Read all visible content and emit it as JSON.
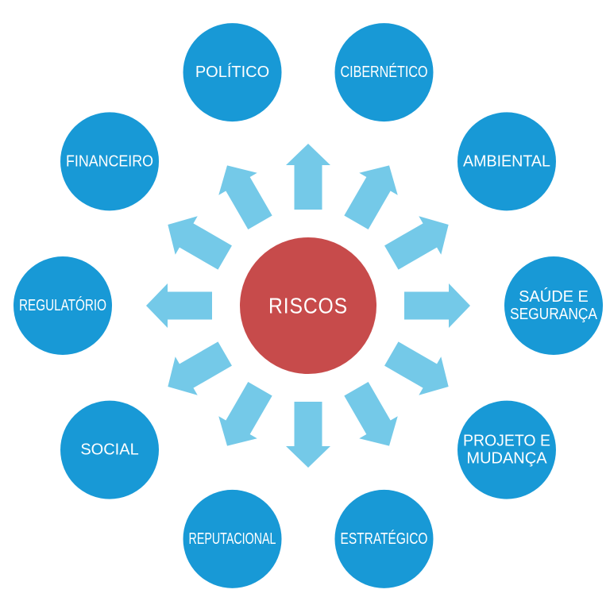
{
  "diagram": {
    "background_color": "#FFFFFF",
    "node_color": "#1899D6",
    "node_text_color": "#FFFFFF",
    "arrow_color": "#74C9E8",
    "center": {
      "label": "RISCOS",
      "color": "#C74B4B",
      "text_color": "#FFFFFF"
    },
    "nodes": [
      {
        "id": "politico",
        "label": "POLÍTICO",
        "lines": [
          "POLÍTICO"
        ],
        "clock_angle_deg": -18
      },
      {
        "id": "cibernetico",
        "label": "CIBERNÉTICO",
        "lines": [
          "CIBERNÉTICO"
        ],
        "clock_angle_deg": 18
      },
      {
        "id": "ambiental",
        "label": "AMBIENTAL",
        "lines": [
          "AMBIENTAL"
        ],
        "clock_angle_deg": 54
      },
      {
        "id": "saude-e-seguranca",
        "label": "SAÚDE E SEGURANÇA",
        "lines": [
          "SAÚDE E",
          "SEGURANÇA"
        ],
        "clock_angle_deg": 90
      },
      {
        "id": "projeto-e-mudanca",
        "label": "PROJETO E MUDANÇA",
        "lines": [
          "PROJETO E",
          "MUDANÇA"
        ],
        "clock_angle_deg": 126
      },
      {
        "id": "estrategico",
        "label": "ESTRATÉGICO",
        "lines": [
          "ESTRATÉGICO"
        ],
        "clock_angle_deg": 162
      },
      {
        "id": "reputacional",
        "label": "REPUTACIONAL",
        "lines": [
          "REPUTACIONAL"
        ],
        "clock_angle_deg": 198
      },
      {
        "id": "social",
        "label": "SOCIAL",
        "lines": [
          "SOCIAL"
        ],
        "clock_angle_deg": 234
      },
      {
        "id": "regulatorio",
        "label": "REGULATÓRIO",
        "lines": [
          "REGULATÓRIO"
        ],
        "clock_angle_deg": 270
      },
      {
        "id": "financeiro",
        "label": "FINANCEIRO",
        "lines": [
          "FINANCEIRO"
        ],
        "clock_angle_deg": 306
      }
    ],
    "arrow_angles_deg": [
      0,
      30,
      60,
      90,
      120,
      150,
      180,
      210,
      240,
      270,
      300,
      330
    ]
  }
}
